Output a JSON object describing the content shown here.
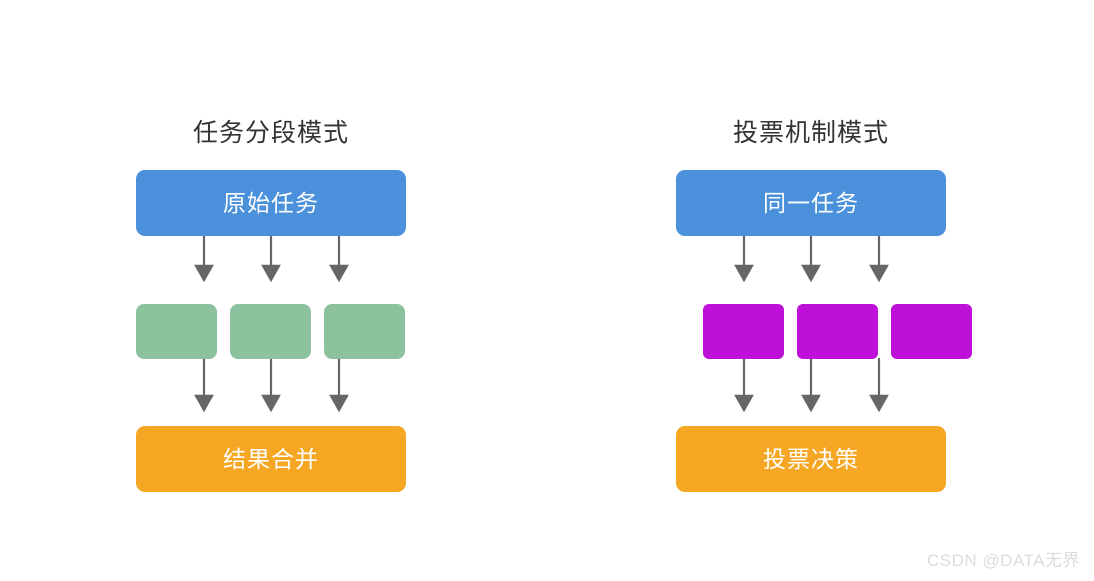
{
  "diagram": {
    "background_color": "#ffffff",
    "panels": [
      {
        "id": "task-segmentation",
        "title": "任务分段模式",
        "top_node": {
          "label": "原始任务",
          "color": "#4a90db"
        },
        "middle_nodes": [
          {
            "label": "",
            "color": "#8cc39e"
          },
          {
            "label": "",
            "color": "#8cc39e"
          },
          {
            "label": "",
            "color": "#8cc39e"
          }
        ],
        "bottom_node": {
          "label": "结果合并",
          "color": "#f5a623"
        }
      },
      {
        "id": "voting-mechanism",
        "title": "投票机制模式",
        "top_node": {
          "label": "同一任务",
          "color": "#4a90db"
        },
        "middle_nodes": [
          {
            "label": "",
            "color": "#bf10d9"
          },
          {
            "label": "",
            "color": "#bf10d9"
          },
          {
            "label": "",
            "color": "#bf10d9"
          }
        ],
        "bottom_node": {
          "label": "投票决策",
          "color": "#f5a623"
        }
      }
    ],
    "arrow_color": "#666666",
    "title_color": "#333333",
    "node_text_color": "#ffffff"
  },
  "watermark": {
    "text": "CSDN @DATA无界",
    "color": "#dcdcdc"
  }
}
